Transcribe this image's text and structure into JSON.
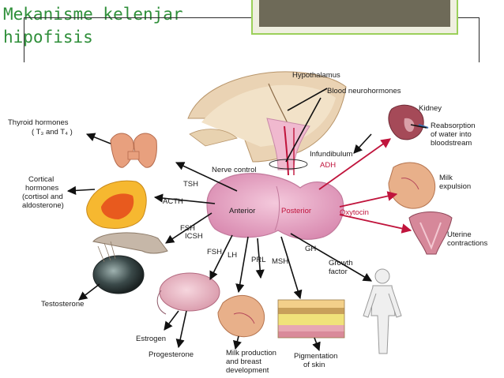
{
  "slide": {
    "title_line1": "Mekanisme kelenjar",
    "title_line2": "hipofisis"
  },
  "diagram": {
    "labels": {
      "hypothalamus": "Hypothalamus",
      "blood_neurohormones": "Blood neurohormones",
      "kidney": "Kidney",
      "reabsorption_1": "Reabsorption",
      "reabsorption_2": "of water into",
      "reabsorption_3": "bloodstream",
      "infundibulum": "Infundibulum",
      "adh": "ADH",
      "nerve_control": "Nerve control",
      "tsh": "TSH",
      "thyroid_1": "Thyroid hormones",
      "thyroid_2": "( T₃ and T₄ )",
      "cortical_1": "Cortical",
      "cortical_2": "hormones",
      "cortical_3": "(cortisol and",
      "cortical_4": "aldosterone)",
      "acth": "ACTH",
      "anterior": "Anterior",
      "posterior": "Posterior",
      "oxytocin": "Oxytocin",
      "milk_exp_1": "Milk",
      "milk_exp_2": "expulsion",
      "uterine_1": "Uterine",
      "uterine_2": "contractions",
      "fsh_icsh_1": "FSH",
      "fsh_icsh_2": "ICSH",
      "fsh": "FSH",
      "lh": "LH",
      "prl": "PRL",
      "msh": "MSH",
      "gh": "GH",
      "growth_1": "Growth",
      "growth_2": "factor",
      "testosterone": "Testosterone",
      "estrogen": "Estrogen",
      "progesterone": "Progesterone",
      "milk_prod_1": "Milk production",
      "milk_prod_2": "and breast",
      "milk_prod_3": "development",
      "pigment_1": "Pigmentation",
      "pigment_2": "of skin"
    }
  },
  "colors": {
    "title_green": "#2f8f3a",
    "accent_green": "#9bd05a",
    "pituitary_pink": "#e6a3c4",
    "hormone_red": "#c0143c"
  }
}
